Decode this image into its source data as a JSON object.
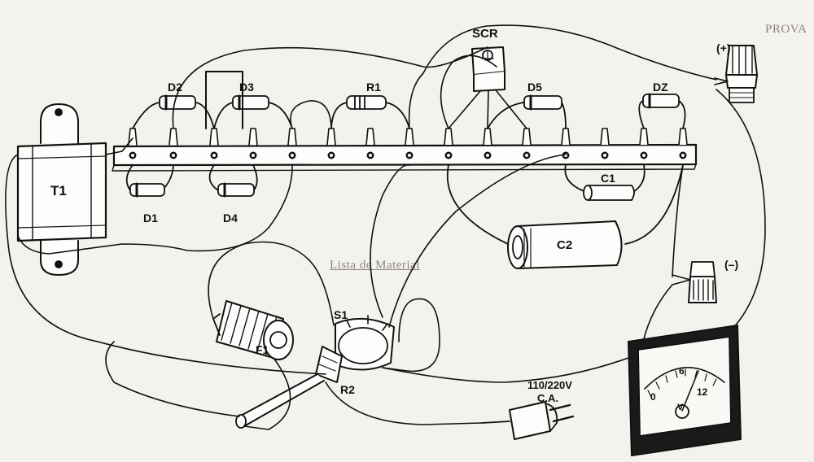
{
  "labels": {
    "t1": "T1",
    "d1": "D1",
    "d2": "D2",
    "d3": "D3",
    "d4": "D4",
    "d5": "D5",
    "r1": "R1",
    "scr": "SCR",
    "dz": "DZ",
    "c1": "C1",
    "c2": "C2",
    "s1": "S1",
    "r2": "R2",
    "f1": "F1",
    "plus": "(+)",
    "minus": "(–)",
    "voltage": "110/220V",
    "ca": "C.A.",
    "meter_0": "0",
    "meter_6": "6",
    "meter_12": "12",
    "meter_v": "V"
  },
  "background_text": {
    "heading": "PROVA",
    "list_title": "Lista de Material"
  }
}
